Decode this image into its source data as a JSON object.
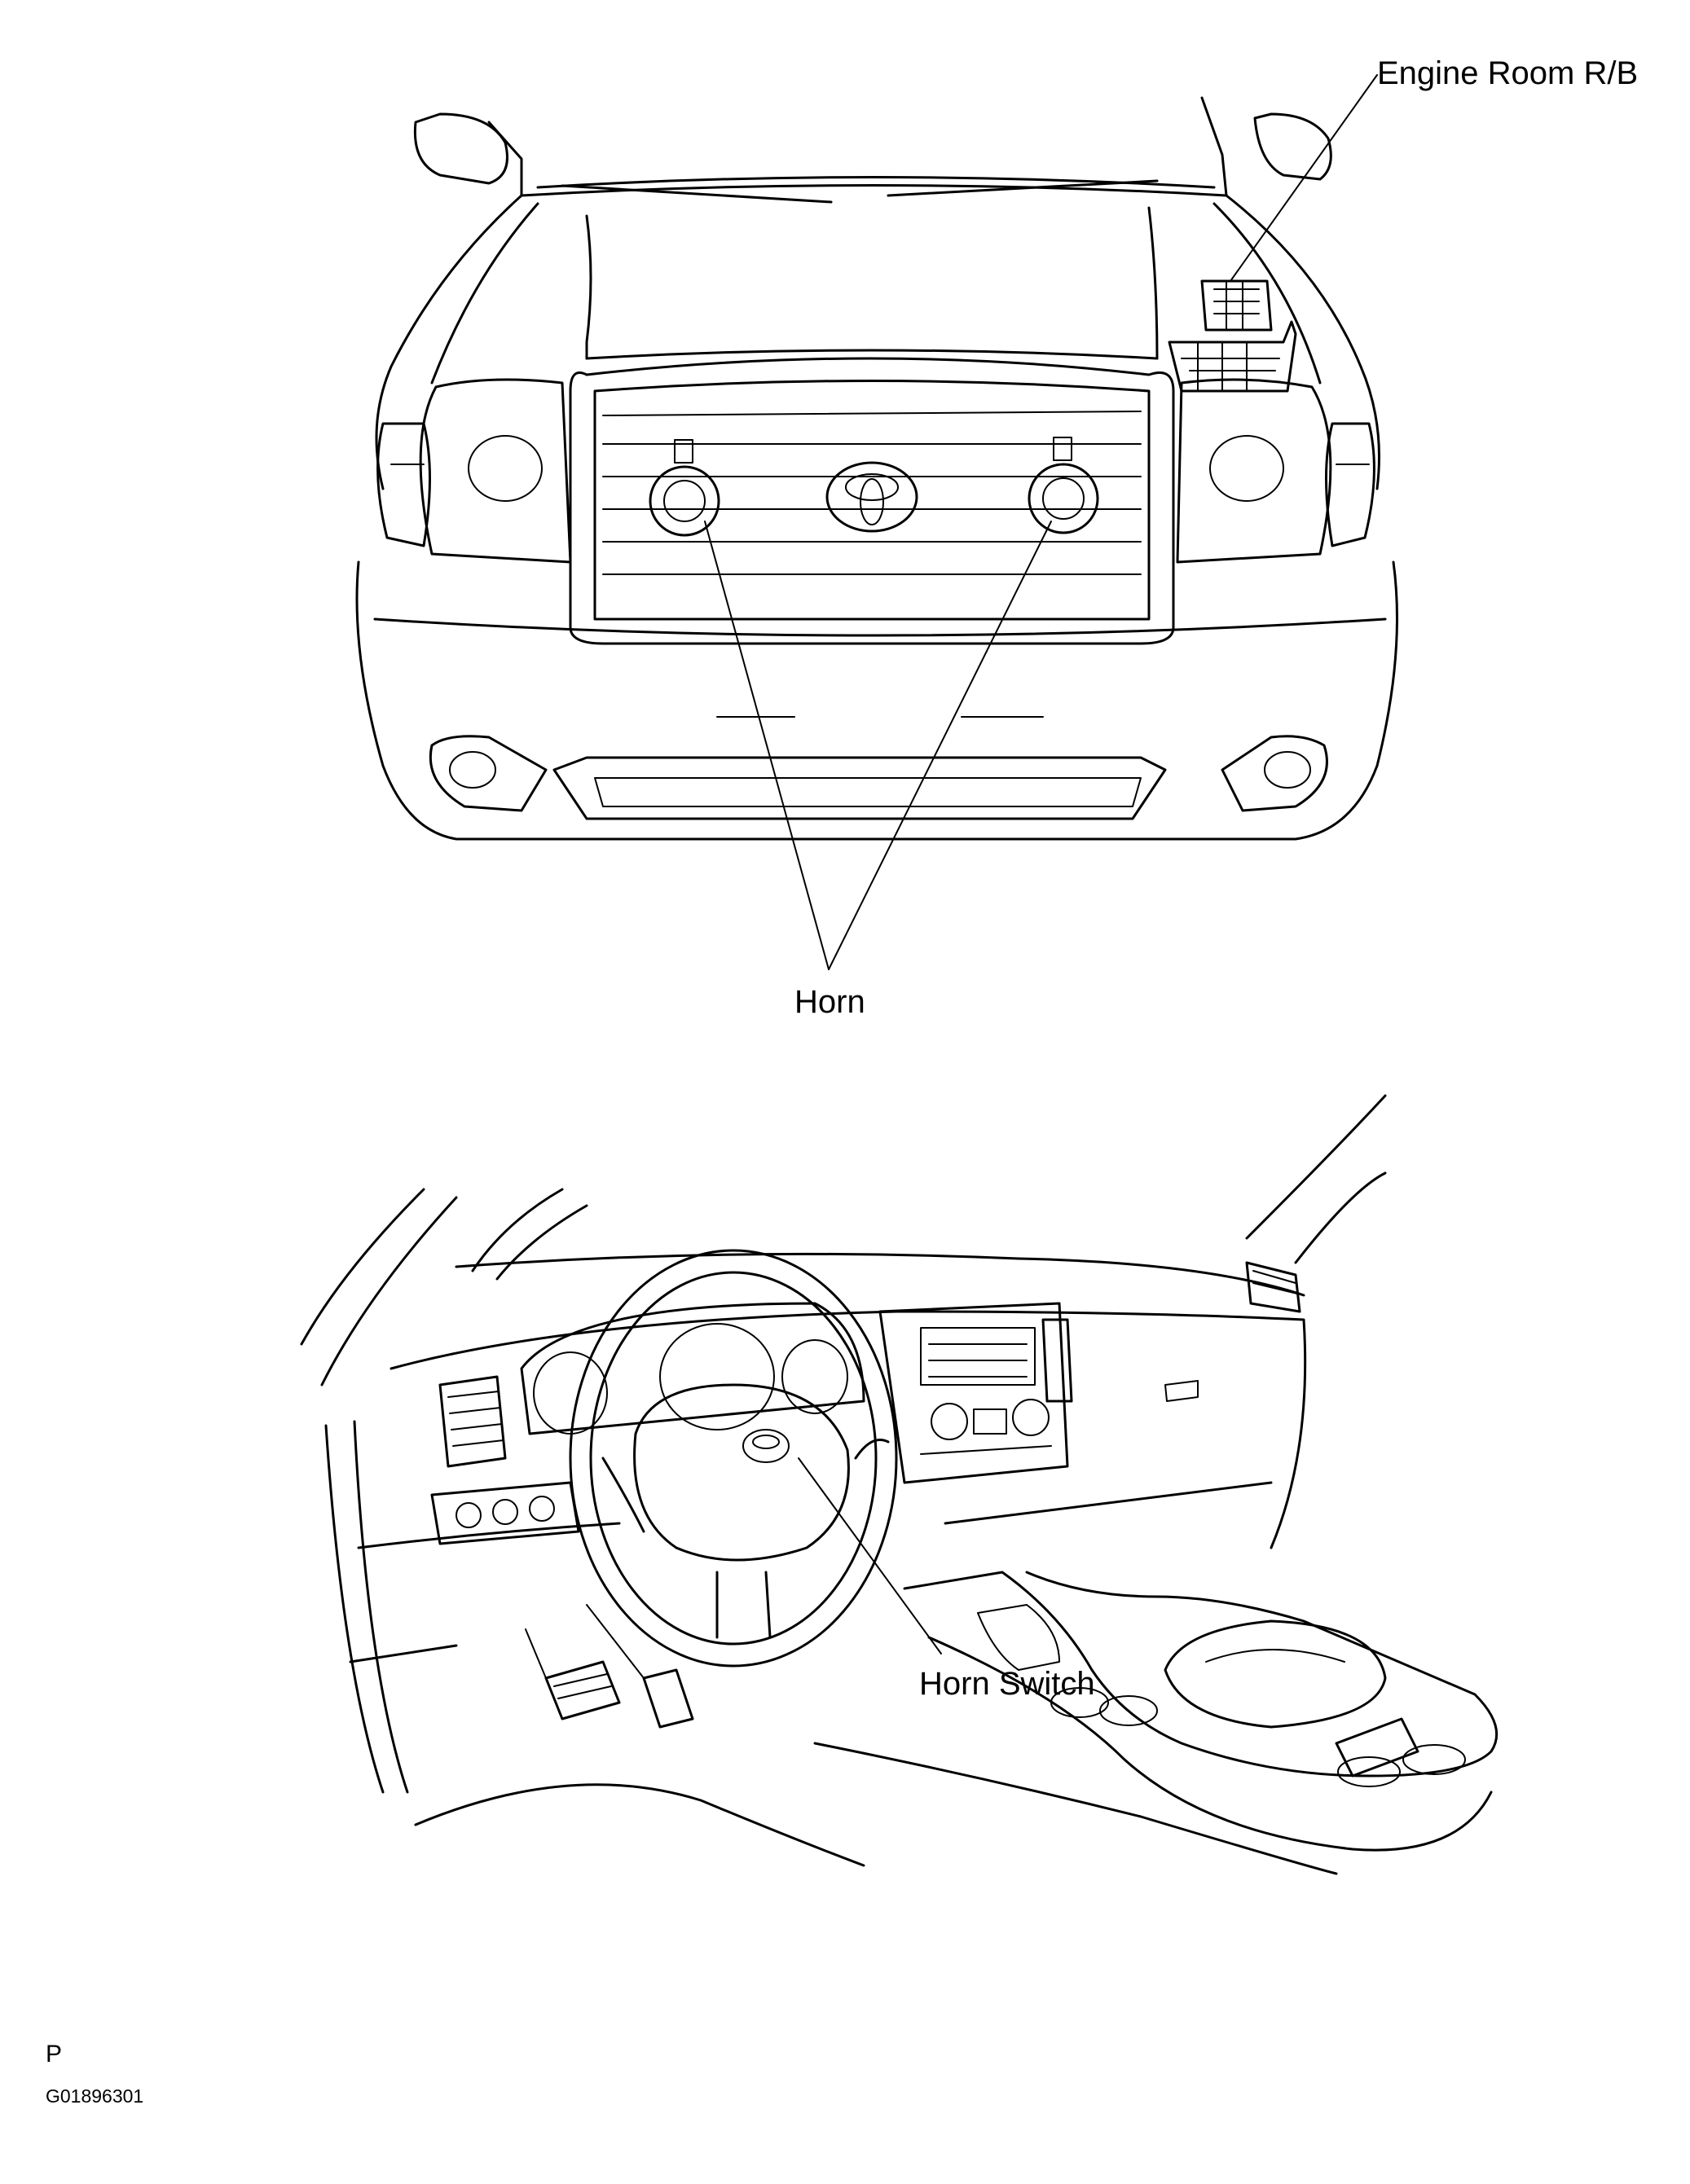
{
  "labels": {
    "engine_room_rb": "Engine Room R/B",
    "horn": "Horn",
    "horn_switch": "Horn Switch",
    "page_marker": "P",
    "figure_code": "G01896301"
  }
}
